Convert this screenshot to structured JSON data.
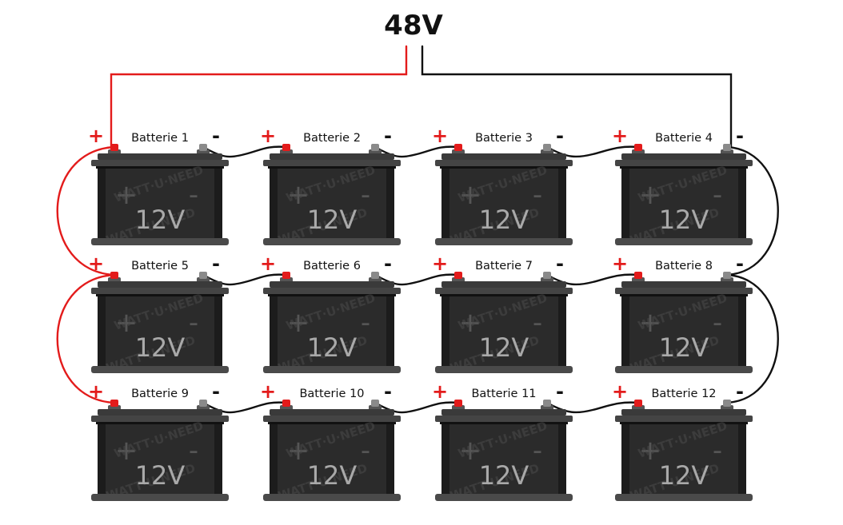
{
  "title": "48V",
  "watermark": "WATT·U·NEED",
  "colors": {
    "positive_wire": "#e31b1b",
    "negative_wire": "#111111",
    "battery_body": "#2b2b2b",
    "battery_dark": "#1c1c1c",
    "terminal_positive": "#e31b1b",
    "terminal_negative": "#8a8a8a"
  },
  "terminal_symbols": {
    "positive": "+",
    "negative": "-"
  },
  "batteries": [
    {
      "label": "Batterie 1",
      "voltage": "12V"
    },
    {
      "label": "Batterie 2",
      "voltage": "12V"
    },
    {
      "label": "Batterie 3",
      "voltage": "12V"
    },
    {
      "label": "Batterie 4",
      "voltage": "12V"
    },
    {
      "label": "Batterie 5",
      "voltage": "12V"
    },
    {
      "label": "Batterie 6",
      "voltage": "12V"
    },
    {
      "label": "Batterie 7",
      "voltage": "12V"
    },
    {
      "label": "Batterie 8",
      "voltage": "12V"
    },
    {
      "label": "Batterie 9",
      "voltage": "12V"
    },
    {
      "label": "Batterie 10",
      "voltage": "12V"
    },
    {
      "label": "Batterie 11",
      "voltage": "12V"
    },
    {
      "label": "Batterie 12",
      "voltage": "12V"
    }
  ]
}
